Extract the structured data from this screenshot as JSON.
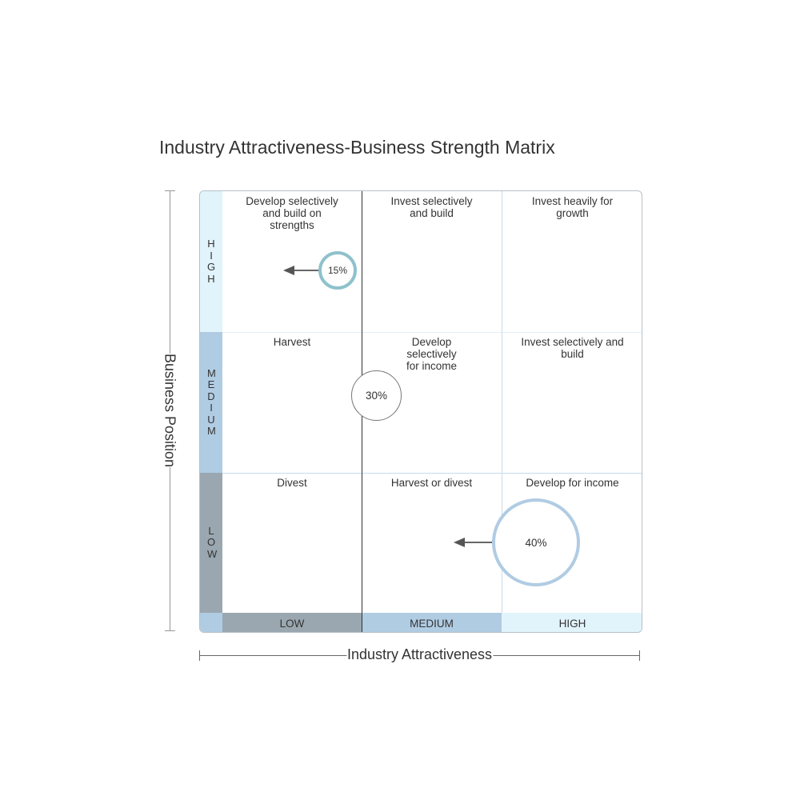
{
  "title": "Industry Attractiveness-Business Strength Matrix",
  "axes": {
    "y_label": "Business Position",
    "x_label": "Industry Attractiveness"
  },
  "rows": [
    {
      "label": "HIGH",
      "color": "#e1f3fb"
    },
    {
      "label": "MEDIUM",
      "color": "#b0cce3"
    },
    {
      "label": "LOW",
      "color": "#9aa7b0"
    }
  ],
  "columns": [
    {
      "label": "LOW",
      "color": "#9aa7b0"
    },
    {
      "label": "MEDIUM",
      "color": "#b0cce3"
    },
    {
      "label": "HIGH",
      "color": "#e1f3fb"
    }
  ],
  "corner_color": "#b0cce3",
  "cells": [
    [
      "Develop selectively and build on strengths",
      "Invest selectively and build",
      "Invest heavily for growth"
    ],
    [
      "Harvest",
      "Develop selectively for income",
      "Invest selectively and build"
    ],
    [
      "Divest",
      "Harvest or divest",
      "Develop for income"
    ]
  ],
  "bubbles": [
    {
      "label": "15%",
      "border_color": "#8fc1cc",
      "arrow": "left"
    },
    {
      "label": "30%",
      "border_color": "#777777",
      "arrow": "none"
    },
    {
      "label": "40%",
      "border_color": "#b0cce3",
      "arrow": "left"
    }
  ]
}
